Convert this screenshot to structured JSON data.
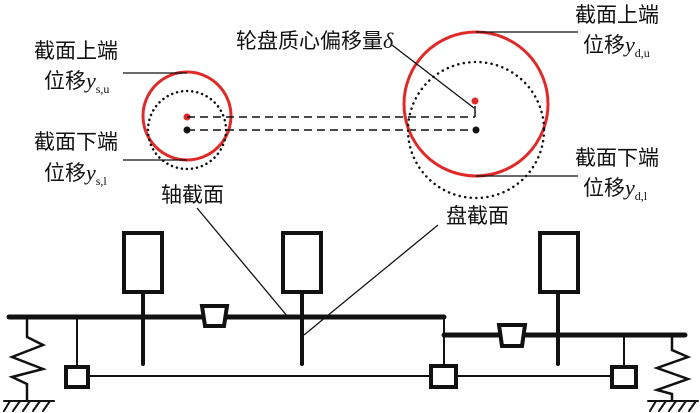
{
  "colors": {
    "red": "#e02a2a",
    "black": "#111111"
  },
  "labels": {
    "shaft_upper_line1": "截面上端",
    "shaft_upper_line2": "位移",
    "shaft_upper_var": "y",
    "shaft_upper_sub": "s,u",
    "shaft_lower_line1": "截面下端",
    "shaft_lower_line2": "位移",
    "shaft_lower_var": "y",
    "shaft_lower_sub": "s,l",
    "shaft_section": "轴截面",
    "disk_offset": "轮盘质心偏移量",
    "disk_offset_var": "δ",
    "disk_upper_line1": "截面上端",
    "disk_upper_line2": "位移",
    "disk_upper_var": "y",
    "disk_upper_sub": "d,u",
    "disk_lower_line1": "截面下端",
    "disk_lower_line2": "位移",
    "disk_lower_var": "y",
    "disk_lower_sub": "d,l",
    "disk_section": "盘截面"
  }
}
